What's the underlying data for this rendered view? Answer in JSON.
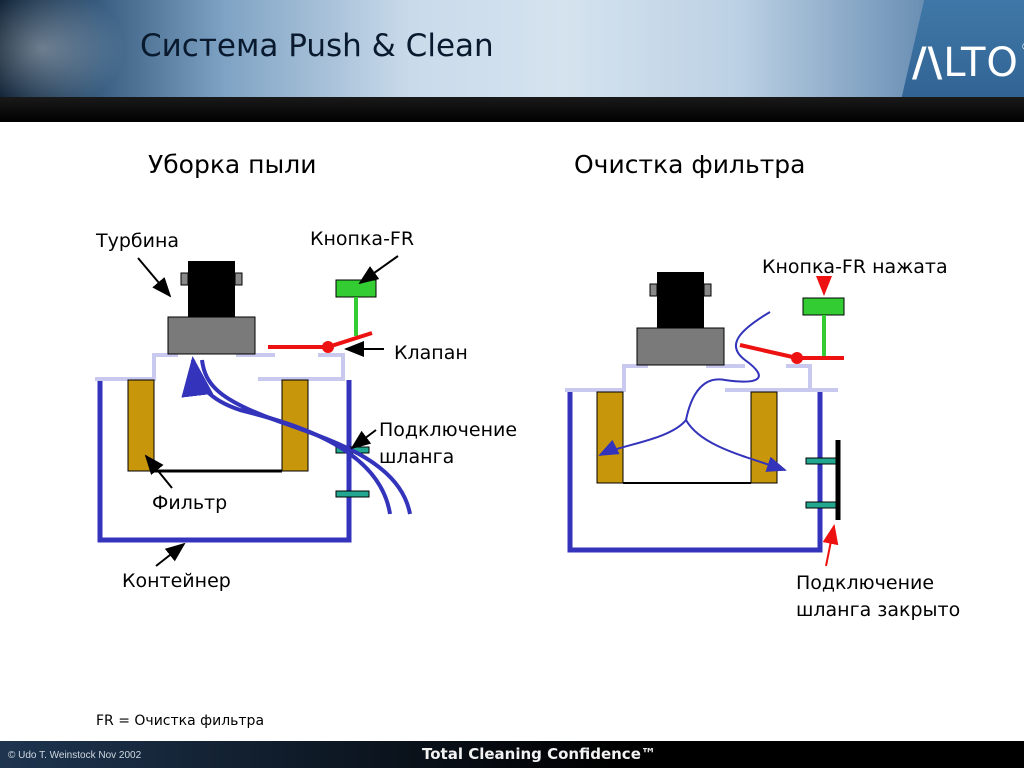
{
  "header": {
    "title": "Система Push & Clean",
    "logo": "LTO"
  },
  "left": {
    "heading": "Уборка пыли",
    "turbine_label": "Турбина",
    "button_label": "Кнопка-FR",
    "valve_label": "Клапан",
    "hose_label_line1": "Подключение",
    "hose_label_line2": "шланга",
    "filter_label": "Фильтр",
    "container_label": "Контейнер"
  },
  "right": {
    "heading": "Очистка фильтра",
    "button_label": "Кнопка-FR нажата",
    "hose_label_line1": "Подключение",
    "hose_label_line2": "шланга закрыто"
  },
  "note": "FR = Очистка фильтра",
  "footer": {
    "copyright": "© Udo T. Weinstock Nov 2002",
    "tagline": "Total Cleaning Confidence™"
  },
  "colors": {
    "container": "#3333bb",
    "lid": "#c9c9f0",
    "filter": "#c8960a",
    "turbine": "#000000",
    "motor": "#7a7a7a",
    "button": "#33cc33",
    "valve": "#ee1111",
    "hose_port": "#22a890",
    "airflow": "#3333bb"
  }
}
